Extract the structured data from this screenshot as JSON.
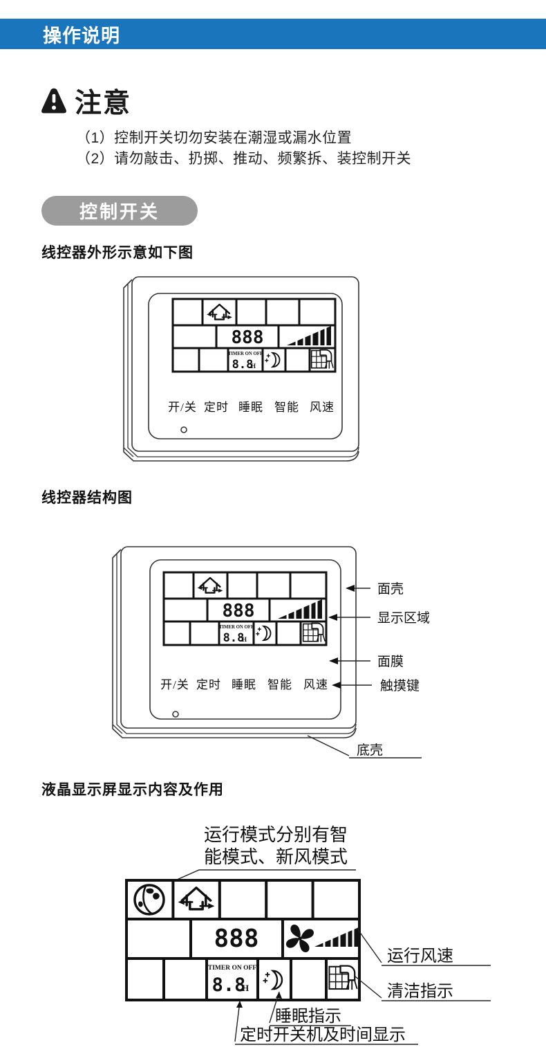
{
  "header": {
    "title": "操作说明",
    "bg_color": "#1b75bc",
    "text_color": "#ffffff"
  },
  "notice": {
    "title": "注意",
    "warning_icon": "exclamation-warning-triangle",
    "items": [
      "（1）控制开关切勿安装在潮湿或漏水位置",
      "（2）请勿敲击、扔掷、推动、频繁拆、装控制开关"
    ]
  },
  "control_switch_pill": {
    "label": "控制开关",
    "bg_color": "#9c9c9c"
  },
  "outline_section": {
    "heading": "线控器外形示意如下图"
  },
  "structure_section": {
    "heading": "线控器结构图",
    "labels": {
      "face_shell": "面壳",
      "display_area": "显示区域",
      "membrane": "面膜",
      "touch_keys": "触摸键",
      "bottom_shell": "底壳"
    }
  },
  "lcd_section": {
    "heading": "液晶显示屏显示内容及作用",
    "annotations": {
      "mode_line1": "运行模式分别有智",
      "mode_line2": "能模式、新风模式",
      "fan_speed": "运行风速",
      "clean": "清洁指示",
      "sleep": "睡眠指示",
      "timer": "定时开关机及时间显示"
    }
  },
  "controller": {
    "display": {
      "main_digits": "888",
      "timer_label": "TIMER ON OFF",
      "timer_digits": "8.8",
      "timer_unit": "H"
    },
    "buttons": [
      {
        "label": "开/关"
      },
      {
        "label": "定时"
      },
      {
        "label": "睡眠"
      },
      {
        "label": "智能"
      },
      {
        "label": "风速"
      }
    ],
    "icons": {
      "fresh_air": "house-airflow-icon",
      "smart_mode": "globe-icon",
      "sleep": "moon-stars-icon",
      "fan_speed": "speed-ramp-icon",
      "fan": "pinwheel-fan-icon",
      "clean": "filter-clean-icon"
    }
  }
}
